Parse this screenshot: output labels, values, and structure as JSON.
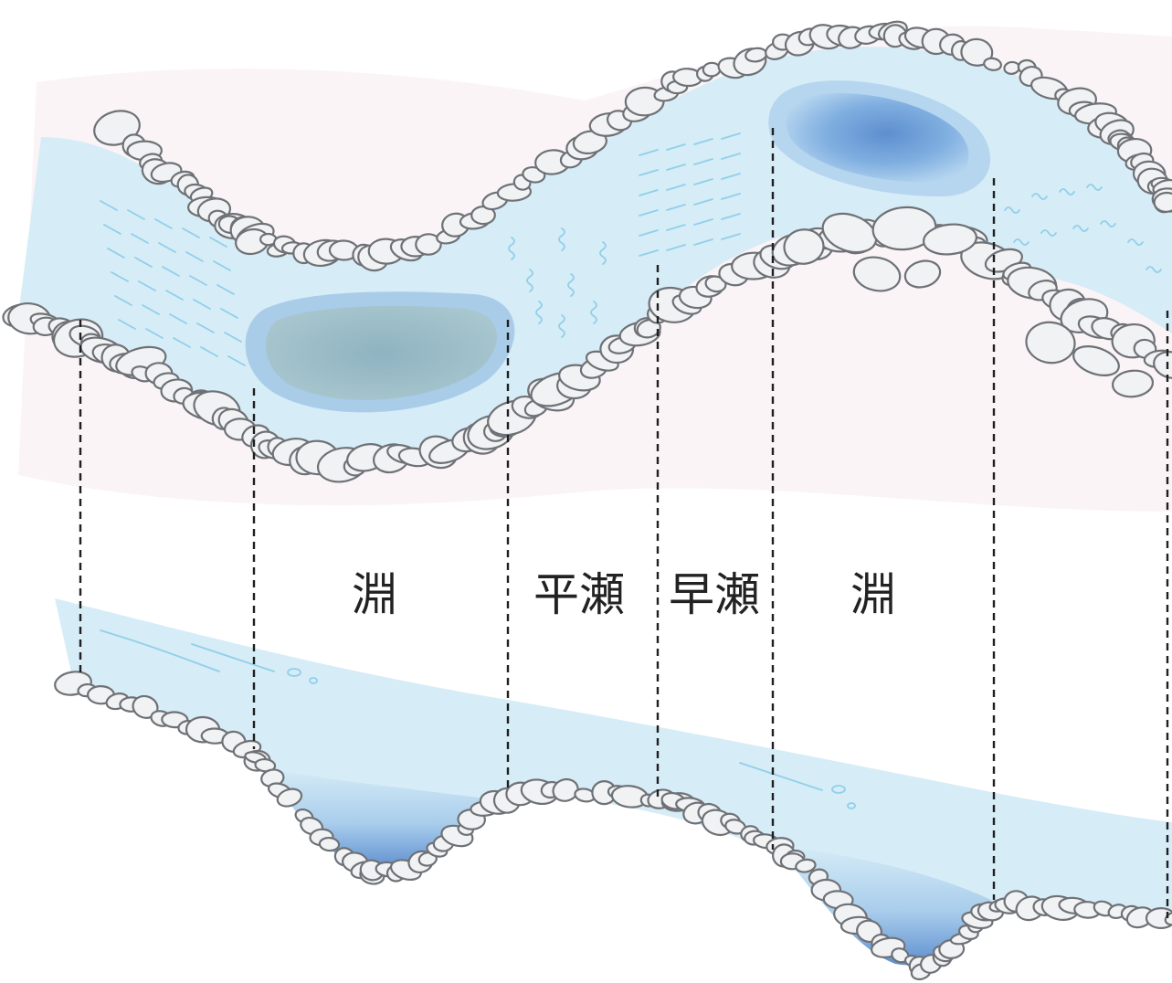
{
  "colors": {
    "water_light": "#d6ecf7",
    "pool_medium": "#6aa3d8",
    "pool_deep": "#5e8fcf",
    "pool_dark_teal": "#97b9be",
    "stone_fill": "#f1f2f3",
    "stone_outline": "#6e7176",
    "divider_line": "#1f1f1f",
    "ripple": "#8fd0ea"
  },
  "zones": [
    {
      "label": "淵"
    },
    {
      "label": "平瀬"
    },
    {
      "label": "早瀬"
    },
    {
      "label": "淵"
    }
  ]
}
